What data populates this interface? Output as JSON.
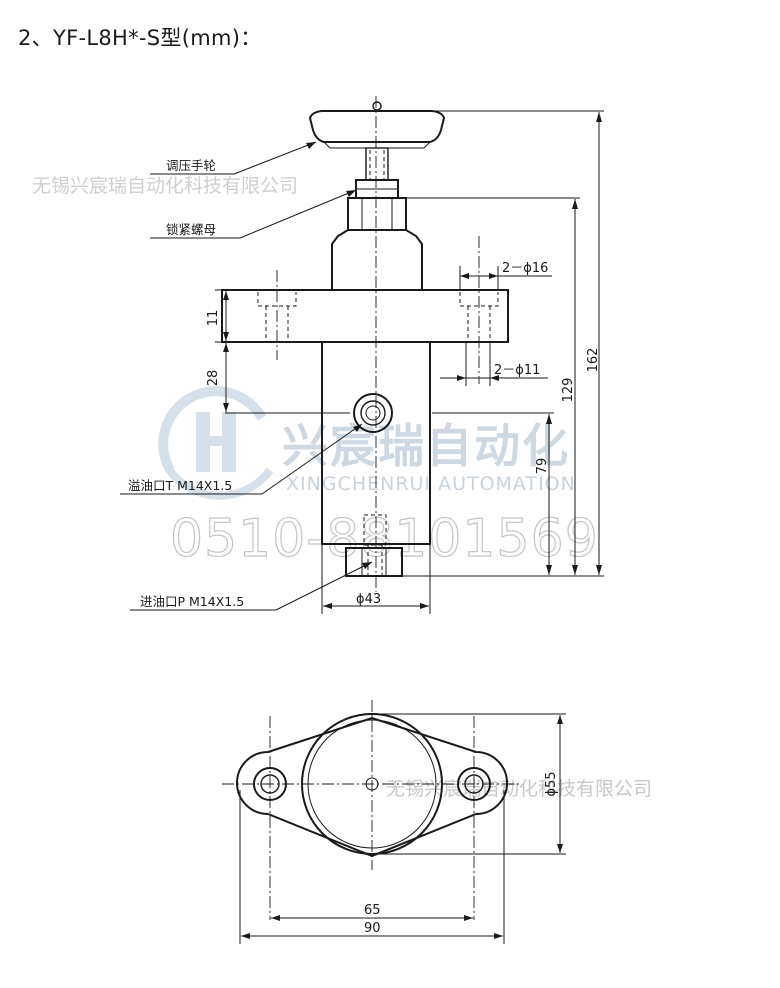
{
  "title": "2、YF-L8H*-S型(mm)：",
  "callouts": {
    "handwheel": "调压手轮",
    "lock_nut": "锁紧螺母",
    "overflow_port": "溢油口T M14X1.5",
    "inlet_port": "进油口P M14X1.5"
  },
  "dimensions": {
    "flange_holes": "2－ϕ16",
    "bolt_holes": "2－ϕ11",
    "flange_thickness": "11",
    "port_offset": "28",
    "total_height": "162",
    "body_height": "129",
    "port_height": "79",
    "body_diameter": "ϕ43",
    "flange_diameter": "ϕ55",
    "hole_spacing": "65",
    "flange_length": "90"
  },
  "watermarks": {
    "company_top": "无锡兴宸瑞自动化科技有限公司",
    "logo_cn": "兴宸瑞自动化",
    "logo_en": "XINGCHENRUI AUTOMATION",
    "phone": "0510-88101569",
    "company_bottom": "无锡兴宸瑞自动化科技有限公司"
  },
  "colors": {
    "line": "#1a1a1a",
    "watermark": "#c8c8c8",
    "logo_blue": "#cfdbe8"
  }
}
